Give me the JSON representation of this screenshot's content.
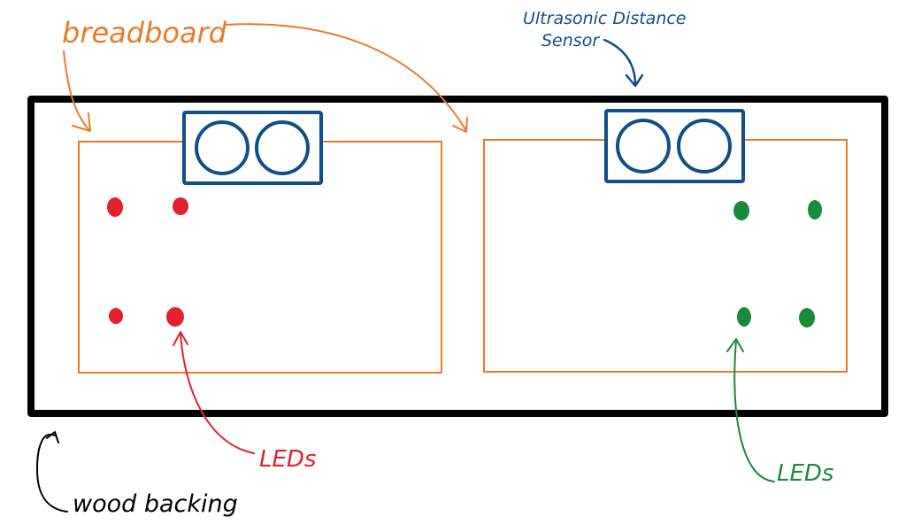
{
  "labels": {
    "breadboard": "breadboard",
    "sensor_line1": "Ultrasonic Distance",
    "sensor_line2": "Sensor",
    "leds_left": "LEDs",
    "leds_right": "LEDs",
    "wood_backing": "wood backing"
  },
  "colors": {
    "breadboard": "#ea7a2a",
    "sensor": "#0f4f8a",
    "led_left": "#e3202e",
    "led_right": "#1a8a3c",
    "wood_backing": "#000000"
  }
}
